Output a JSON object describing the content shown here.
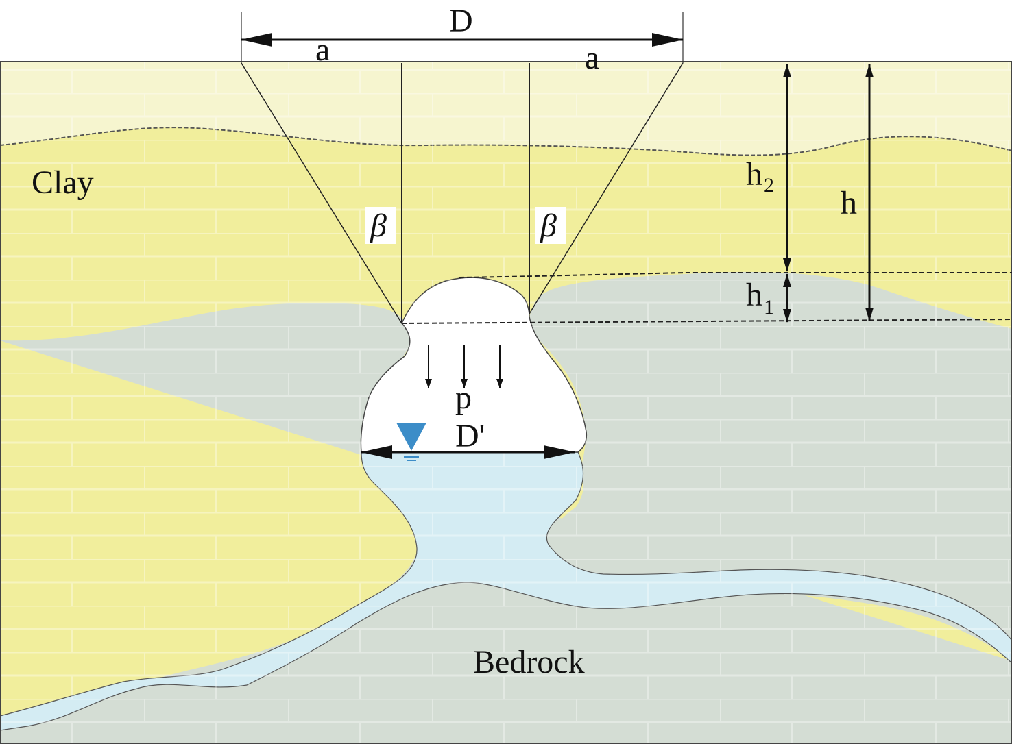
{
  "labels": {
    "clay": "Clay",
    "bedrock": "Bedrock",
    "D": "D",
    "a_left": "a",
    "a_right": "a",
    "beta_left": "β",
    "beta_right": "β",
    "h2_base": "h",
    "h2_sub": "2",
    "h1_base": "h",
    "h1_sub": "1",
    "h": "h",
    "p": "p",
    "D_prime": "D'"
  },
  "colors": {
    "clay_top": "#f6f5cf",
    "clay": "#f1ee9c",
    "bedrock": "#d4ddd4",
    "water": "#d4ecf3",
    "water_symbol": "#3c8dc8",
    "line": "#111111"
  },
  "icons": {
    "water_table": "inverted-triangle-water-level-icon",
    "load": "downward-arrow-icon"
  }
}
